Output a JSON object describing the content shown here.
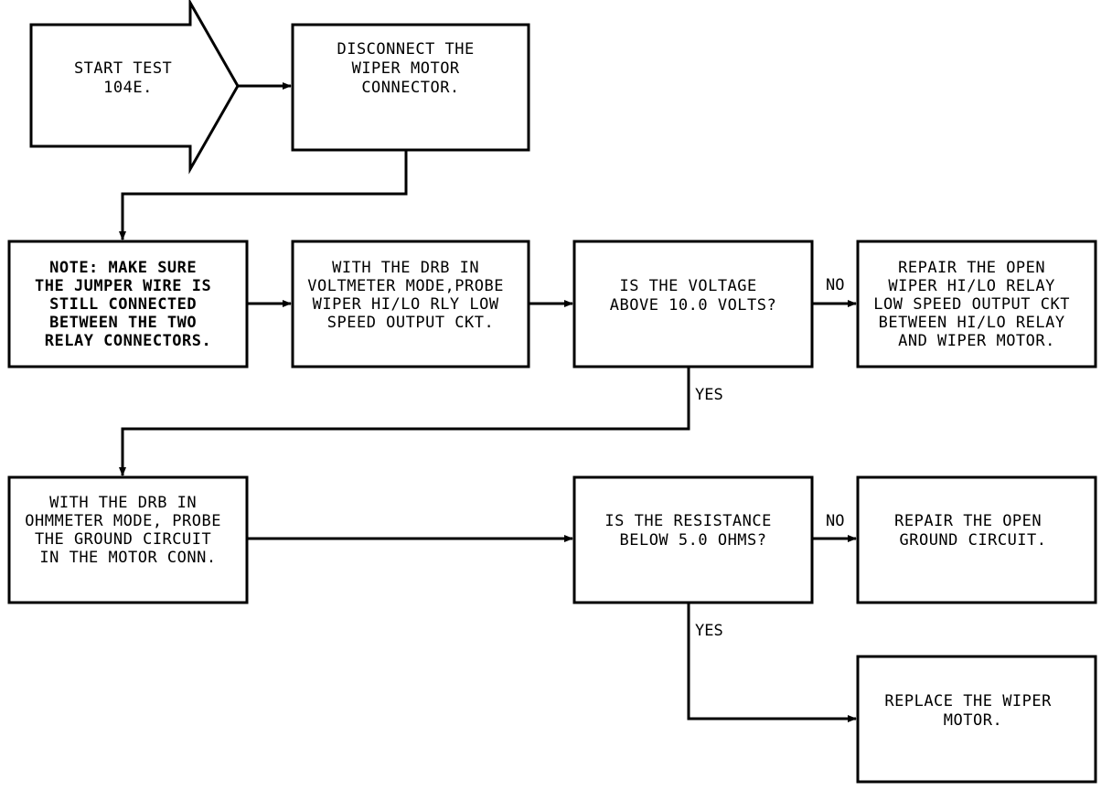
{
  "flowchart": {
    "start": {
      "lines": [
        "START TEST",
        "104E."
      ]
    },
    "disconnect": {
      "lines": [
        "DISCONNECT THE",
        "WIPER MOTOR",
        "CONNECTOR."
      ]
    },
    "note": {
      "lines": [
        "NOTE:  MAKE SURE",
        "THE JUMPER WIRE IS",
        "STILL CONNECTED",
        "BETWEEN THE TWO",
        "RELAY CONNECTORS."
      ]
    },
    "voltmeter": {
      "lines": [
        "WITH THE DRB IN",
        "VOLTMETER MODE,PROBE",
        "WIPER HI/LO RLY LOW",
        "SPEED OUTPUT CKT."
      ]
    },
    "voltage_question": {
      "lines": [
        "IS THE VOLTAGE",
        "ABOVE 10.0 VOLTS?"
      ]
    },
    "repair_relay": {
      "lines": [
        "REPAIR THE OPEN",
        "WIPER HI/LO RELAY",
        "LOW SPEED OUTPUT CKT",
        "BETWEEN HI/LO RELAY",
        "AND WIPER MOTOR."
      ]
    },
    "ohmmeter": {
      "lines": [
        "WITH THE DRB IN",
        "OHMMETER MODE, PROBE",
        "THE GROUND CIRCUIT",
        "IN THE MOTOR CONN."
      ]
    },
    "resistance_question": {
      "lines": [
        "IS THE RESISTANCE",
        "BELOW 5.0 OHMS?"
      ]
    },
    "repair_ground": {
      "lines": [
        "REPAIR THE OPEN",
        "GROUND CIRCUIT."
      ]
    },
    "replace_motor": {
      "lines": [
        "REPLACE THE WIPER",
        "MOTOR."
      ]
    },
    "edge_labels": {
      "voltage_no": "NO",
      "voltage_yes": "YES",
      "resistance_no": "NO",
      "resistance_yes": "YES"
    }
  }
}
